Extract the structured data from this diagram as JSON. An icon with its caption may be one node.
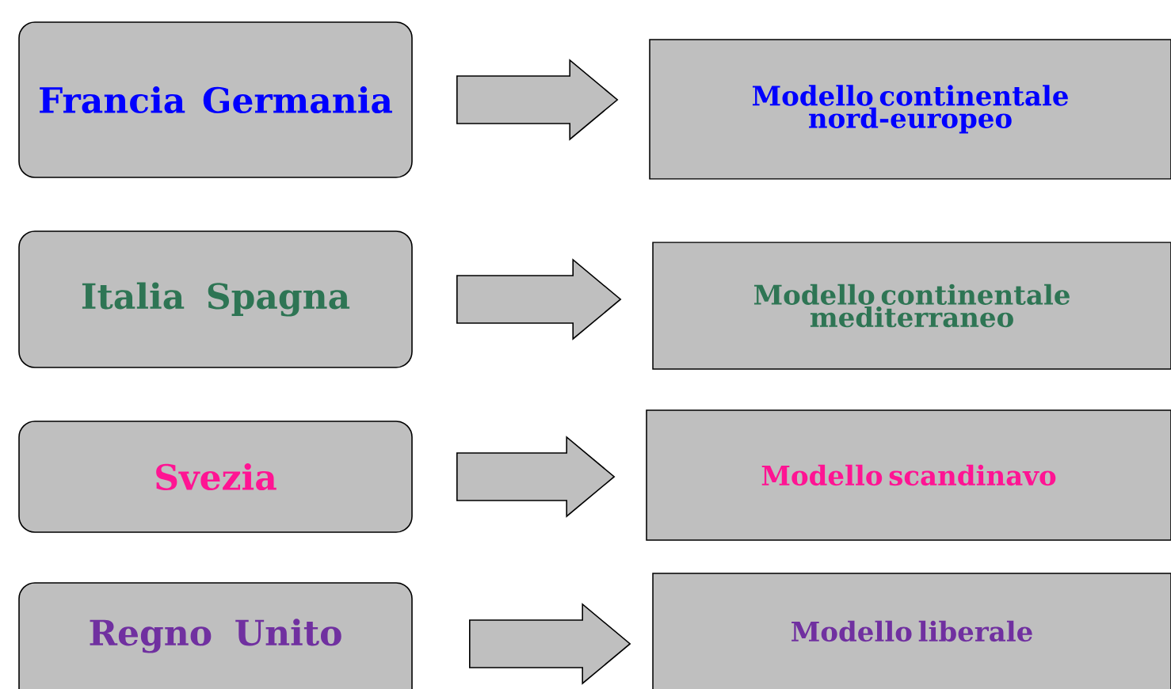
{
  "diagram": {
    "nodes": [
      {
        "text": [
          "Francia Germania"
        ]
      },
      {
        "text": [
          "Modello continentale nord-europeo"
        ]
      },
      {
        "text": [
          "Italia Spagna"
        ]
      },
      {
        "text": [
          "Modello continentale mediterraneo"
        ]
      },
      {
        "text": [
          "Svezia"
        ]
      },
      {
        "text": [
          "Modello scandinavo"
        ]
      },
      {
        "text": [
          "Regno Unito"
        ]
      },
      {
        "text": [
          "Modello liberale"
        ]
      }
    ],
    "edges": [
      {
        "from": 0,
        "to": 1,
        "arrow": "to"
      },
      {
        "from": 2,
        "to": 3,
        "arrow": "to"
      },
      {
        "from": 4,
        "to": 5,
        "arrow": "to"
      },
      {
        "from": 6,
        "to": 7,
        "arrow": "to"
      }
    ]
  }
}
